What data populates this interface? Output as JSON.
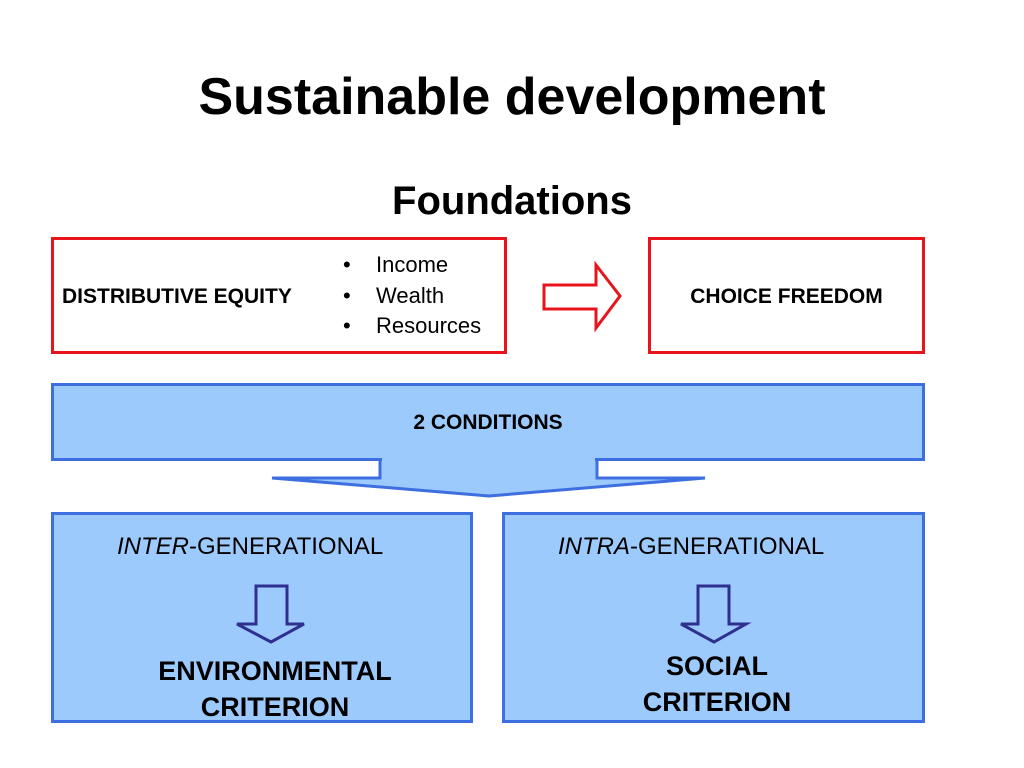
{
  "title": "Sustainable development",
  "subtitle": "Foundations",
  "foundation": {
    "equity_label": "DISTRIBUTIVE EQUITY",
    "bullets": [
      "Income",
      "Wealth",
      "Resources"
    ],
    "bullet_glyph": "•",
    "outcome_label": "CHOICE FREEDOM"
  },
  "conditions": {
    "label": "2 CONDITIONS",
    "left": {
      "prefix": "INTER",
      "suffix": "-GENERATIONAL",
      "criterion_line1": "ENVIRONMENTAL",
      "criterion_line2": "CRITERION"
    },
    "right": {
      "prefix": "INTRA",
      "suffix": "-GENERATIONAL",
      "criterion_line1": "SOCIAL",
      "criterion_line2": "CRITERION"
    }
  },
  "colors": {
    "red_border": "#e8141b",
    "blue_fill": "#9dcafc",
    "blue_border": "#3d6fe0",
    "down_arrow_stroke": "#2f2f8f"
  }
}
